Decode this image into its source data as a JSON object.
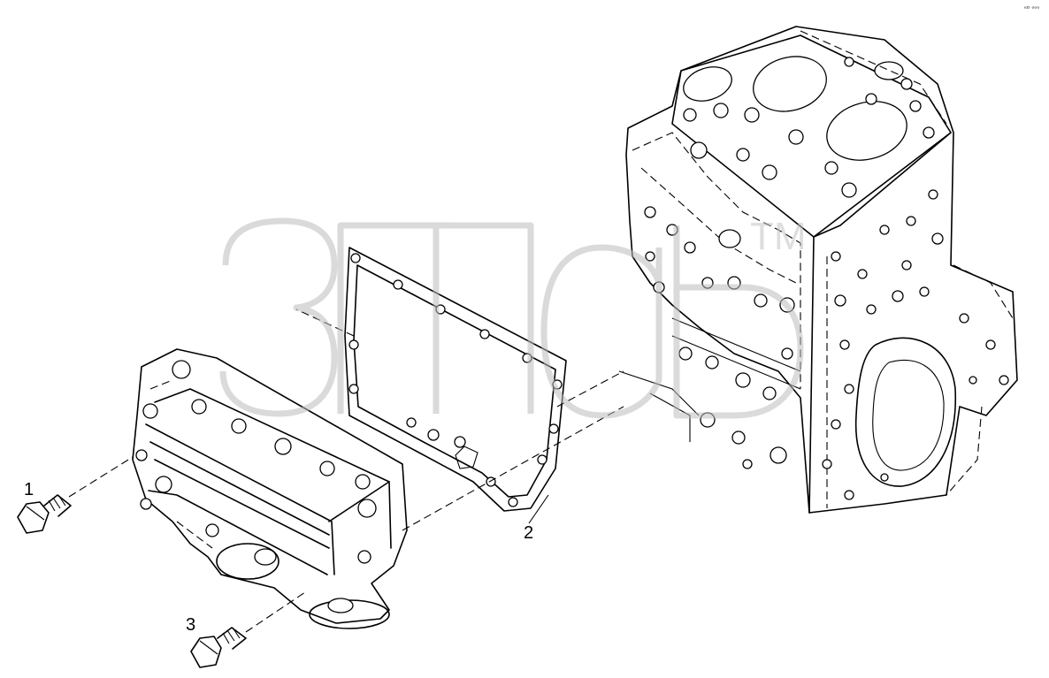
{
  "corner_code": "ᵉᴰ ᵒᵒᵒ",
  "watermark": {
    "trademark": "TM"
  },
  "callouts": [
    {
      "id": "1",
      "label": "1"
    },
    {
      "id": "2",
      "label": "2"
    },
    {
      "id": "3",
      "label": "3"
    }
  ]
}
